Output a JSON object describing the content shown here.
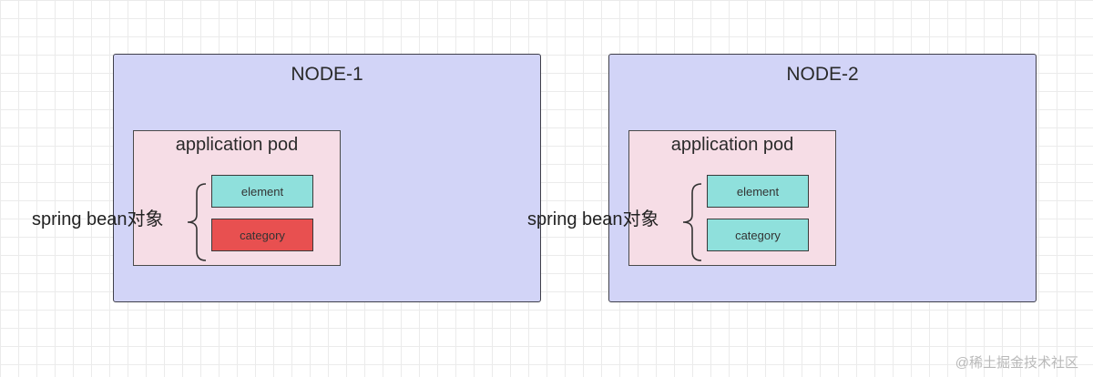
{
  "nodes": [
    {
      "title": "NODE-1",
      "pod": {
        "title": "application pod",
        "beans": [
          {
            "label": "element",
            "status": "ok"
          },
          {
            "label": "category",
            "status": "error"
          }
        ]
      },
      "bean_group_label": "spring bean对象"
    },
    {
      "title": "NODE-2",
      "pod": {
        "title": "application pod",
        "beans": [
          {
            "label": "element",
            "status": "ok"
          },
          {
            "label": "category",
            "status": "ok"
          }
        ]
      },
      "bean_group_label": "spring bean对象"
    }
  ],
  "colors": {
    "node_fill": "#d2d4f7",
    "pod_fill": "#f6dde6",
    "bean_ok": "#8fe0dc",
    "bean_error": "#e85050"
  },
  "watermark": "@稀土掘金技术社区"
}
